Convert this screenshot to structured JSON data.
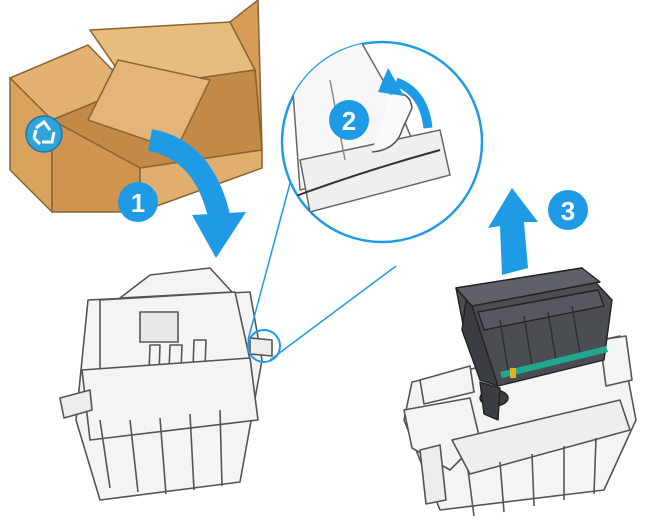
{
  "steps": [
    {
      "number": "1",
      "label": ""
    },
    {
      "number": "2",
      "label": ""
    },
    {
      "number": "3",
      "label": ""
    }
  ],
  "colors": {
    "callout_blue": "#1E9BE4",
    "box_tan": "#D9A35E",
    "box_dark": "#B98646",
    "recycle_blue": "#2FA4DA",
    "cartridge_dark": "#4A4D52",
    "tray_outline": "#555555",
    "tray_fill": "#F4F4F4",
    "teal_accent": "#1FA78F",
    "yellow_accent": "#E5B021"
  },
  "icons": [
    "recycle-icon",
    "curved-down-arrow-icon",
    "curved-pull-arrow-icon",
    "up-arrow-icon",
    "magnifier-circle-icon"
  ]
}
